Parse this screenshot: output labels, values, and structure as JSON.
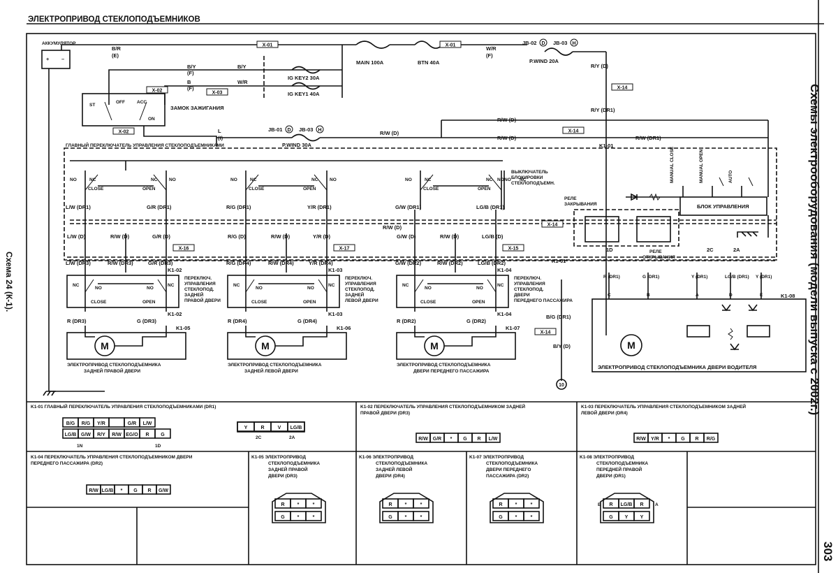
{
  "page": {
    "title": "ЭЛЕКТРОПРИВОД СТЕКЛОПОДЪЕМНИКОВ",
    "side_title": "Схемы электрооборудования (модели выпуска с 2002г.)",
    "scheme_label": "Схема 24 (К-1).",
    "page_number": "303"
  },
  "power": {
    "battery": "АККУМУЛЯТОР",
    "w_bt_e": "B/R",
    "w_bt_e2": "(E)",
    "fuse_main": "MAIN 100A",
    "fuse_btn": "BTN 40A",
    "fuse_ig2": "IG KEY2 30A",
    "fuse_ig1": "IG KEY1 40A",
    "fuse_pwind": "P.WIND 20A",
    "fuse_pwind30": "P.WIND 30A",
    "jb1": "JB-02",
    "jb1m": "D",
    "jb2": "JB-03",
    "jb2m": "H",
    "jb3": "JB-01",
    "jb3m": "D",
    "jb4": "JB-03",
    "jb4m": "H",
    "x01": "X-01",
    "x01b": "X-01",
    "x02": "X-02",
    "x02b": "X-02",
    "x03": "X-03",
    "x14": "X-14",
    "x14b": "X-14",
    "ign": "ЗАМОК ЗАЖИГАНИЯ",
    "ign_pos": [
      "ST",
      "OFF",
      "ACC",
      "ON"
    ],
    "w_by_f": "B/Y",
    "w_by_f2": "(F)",
    "w_b_f": "B",
    "w_b_f2": "(F)",
    "w_wr_f": "W/R",
    "w_wr_f2": "(F)",
    "w_ry_d": "R/Y (D)",
    "w_ry_dr1": "R/Y (DR1)",
    "w_rw_d": "R/W (D)",
    "w_rw_dr1": "R/W (DR1)",
    "w_l": "L",
    "w_l2": "(I)"
  },
  "main_switch": {
    "label": "ГЛАВНЫЙ ПЕРЕКЛЮЧАТЕЛЬ УПРАВЛЕНИЯ СТЕКЛОПОДЪЕМНИКАМИ",
    "k101": "K1-01",
    "nc": "NC",
    "no": "NO",
    "close": "CLOSE",
    "open": "OPEN",
    "lock": "ВЫКЛЮЧАТЕЛЬ БЛОКИРОВКИ СТЕКЛОПОДЪЕМН.",
    "relay_close": "РЕЛЕ ЗАКРЫВАНИЯ",
    "relay_open": "РЕЛЕ ОТКРЫВАНИЯ",
    "control": "БЛОК УПРАВЛЕНИЯ",
    "sw_labels": [
      "MANUAL CLOSE",
      "MANUAL OPEN",
      "AUTO"
    ],
    "pins": [
      "1D",
      "2C",
      "2A"
    ]
  },
  "doors": [
    {
      "top_l": "L/W (DR1)",
      "top_r": "G/R (DR1)",
      "mid_l": "L/W (D)",
      "mid_c": "R/W (D)",
      "mid_r": "G/R (D)",
      "x": "X-16",
      "bot_l": "L/W (DR3)",
      "bot_c": "R/W (DR3)",
      "bot_r": "G/R (DR3)",
      "k_top": "K1-02",
      "switch": "ПЕРЕКЛЮЧ. УПРАВЛЕНИЯ СТЕКЛОПОД. ЗАДНЕЙ ПРАВОЙ ДВЕРИ",
      "k_bot": "K1-02",
      "m_l": "R (DR3)",
      "m_r": "G (DR3)",
      "k_motor": "K1-05",
      "motor": "ЭЛЕКТРОПРИВОД СТЕКЛОПОДЪЕМНИКА ЗАДНЕЙ ПРАВОЙ ДВЕРИ"
    },
    {
      "top_l": "R/G (DR1)",
      "top_r": "Y/R (DR1)",
      "mid_l": "R/G (D)",
      "mid_c": "R/W (D)",
      "mid_r": "Y/R (D)",
      "x": "X-17",
      "bot_l": "R/G (DR4)",
      "bot_c": "R/W (DR4)",
      "bot_r": "Y/R (DR4)",
      "k_top": "K1-03",
      "switch": "ПЕРЕКЛЮЧ. УПРАВЛЕНИЯ СТЕКЛОПОД. ЗАДНЕЙ ЛЕВОЙ ДВЕРИ",
      "k_bot": "K1-03",
      "m_l": "R (DR4)",
      "m_r": "G (DR4)",
      "k_motor": "K1-06",
      "motor": "ЭЛЕКТРОПРИВОД СТЕКЛОПОДЪЕМНИКА ЗАДНЕЙ ЛЕВОЙ ДВЕРИ"
    },
    {
      "top_l": "G/W (DR1)",
      "top_r": "LG/B (DR1)",
      "mid_l": "G/W (D)",
      "mid_c": "R/W (D)",
      "mid_r": "LG/B (D)",
      "x": "X-15",
      "bot_l": "G/W (DR2)",
      "bot_c": "R/W (DR2)",
      "bot_r": "LG/B (DR2)",
      "k_top": "K1-04",
      "switch": "ПЕРЕКЛЮЧ. УПРАВЛЕНИЯ СТЕКЛОПОД. ДВЕРИ ПЕРЕДНЕГО ПАССАЖИРА",
      "k_bot": "K1-04",
      "m_l": "R (DR2)",
      "m_r": "G (DR2)",
      "k_motor": "K1-07",
      "motor": "ЭЛЕКТРОПРИВОД СТЕКЛОПОДЪЕМНИКА ДВЕРИ ПЕРЕДНЕГО ПАССАЖИРА"
    }
  ],
  "driver": {
    "k01": "K1-01",
    "k08": "K1-08",
    "x14": "X-14",
    "x18": "X-14",
    "w_rw": "R/W (D)",
    "w_rw2": "R/W (D)",
    "w_bg": "B/G (DR1)",
    "w_by": "B/Y (D)",
    "pins": [
      "R (DR1)",
      "G (DR1)",
      "Y (DR1)",
      "LG/B (DR1)",
      "Y (DR1)"
    ],
    "letters": [
      "C",
      "B",
      "A",
      "D",
      "E"
    ],
    "motor": "ЭЛЕКТРОПРИВОД СТЕКЛОПОДЪЕМНИКА ДВЕРИ ВОДИТЕЛЯ",
    "node": "10"
  },
  "connectors": {
    "c1": {
      "title": "K1-01 ГЛАВНЫЙ ПЕРЕКЛЮЧАТЕЛЬ УПРАВЛЕНИЯ СТЕКЛОПОДЪЕМНИКАМИ (DR1)",
      "row1": [
        "B/G",
        "R/G",
        "Y/R",
        "",
        "G/R",
        "L/W"
      ],
      "row2": [
        "LG/B",
        "G/W",
        "R/Y",
        "R/W",
        "EG/O",
        "R",
        "G"
      ],
      "row3": [
        "Y",
        "R",
        "V",
        "LG/B"
      ],
      "lbl": [
        "1N",
        "1D",
        "2C",
        "2A"
      ]
    },
    "c2": {
      "title": "K1-02 ПЕРЕКЛЮЧАТЕЛЬ УПРАВЛЕНИЯ СТЕКЛОПОДЪЕМНИКОМ ЗАДНЕЙ ПРАВОЙ ДВЕРИ (DR3)",
      "row": [
        "R/W",
        "G/R",
        "*",
        "G",
        "R",
        "L/W"
      ]
    },
    "c3": {
      "title": "K1-03 ПЕРЕКЛЮЧАТЕЛЬ УПРАВЛЕНИЯ СТЕКЛОПОДЪЕМНИКОМ ЗАДНЕЙ ЛЕВОЙ ДВЕРИ (DR4)",
      "row": [
        "R/W",
        "Y/R",
        "*",
        "G",
        "R",
        "R/G"
      ]
    },
    "c4": {
      "title": "K1-04 ПЕРЕКЛЮЧАТЕЛЬ УПРАВЛЕНИЯ СТЕКЛОПОДЪЕМНИКОМ ДВЕРИ ПЕРЕДНЕГО ПАССАЖИРА (DR2)",
      "row": [
        "R/W",
        "LG/B",
        "*",
        "G",
        "R",
        "G/W"
      ]
    },
    "c5": {
      "title": "K1-05 ЭЛЕКТРОПРИВОД СТЕКЛОПОДЪЕМНИКА ЗАДНЕЙ ПРАВОЙ ДВЕРИ (DR3)",
      "r1": [
        "R",
        "*",
        "*"
      ],
      "r2": [
        "G",
        "*",
        "*"
      ]
    },
    "c6": {
      "title": "K1-06 ЭЛЕКТРОПРИВОД СТЕКЛОПОДЪЕМНИКА ЗАДНЕЙ ЛЕВОЙ ДВЕРИ (DR4)",
      "r1": [
        "R",
        "*",
        "*"
      ],
      "r2": [
        "G",
        "*",
        "*"
      ]
    },
    "c7": {
      "title": "K1-07 ЭЛЕКТРОПРИВОД СТЕКЛОПОДЪЕМНИКА ДВЕРИ ПЕРЕДНЕГО ПАССАЖИРА (DR2)",
      "r1": [
        "R",
        "*",
        "*"
      ],
      "r2": [
        "G",
        "*",
        "*"
      ]
    },
    "c8": {
      "title": "K1-08 ЭЛЕКТРОПРИВОД СТЕКЛОПОДЪЕМНИКА ПЕРЕДНЕЙ ПРАВОЙ ДВЕРИ (DR1)",
      "r1": [
        "R",
        "LG/B",
        "R"
      ],
      "r2": [
        "G",
        "Y",
        "Y"
      ],
      "side": [
        "E",
        "A"
      ]
    }
  }
}
